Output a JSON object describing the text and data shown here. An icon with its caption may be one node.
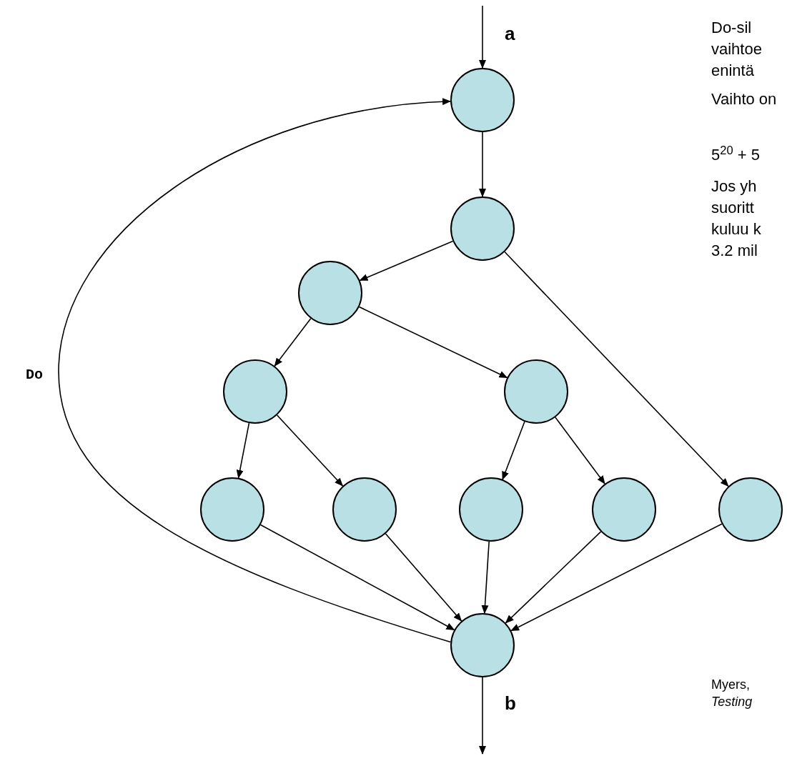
{
  "diagram": {
    "nodes": [
      {
        "text": [],
        "shape": "circle"
      },
      {
        "text": [],
        "shape": "circle"
      },
      {
        "text": [],
        "shape": "circle"
      },
      {
        "text": [],
        "shape": "circle"
      },
      {
        "text": [],
        "shape": "circle"
      },
      {
        "text": [],
        "shape": "circle"
      },
      {
        "text": [],
        "shape": "circle"
      },
      {
        "text": [],
        "shape": "circle"
      },
      {
        "text": [],
        "shape": "circle"
      },
      {
        "text": [],
        "shape": "circle"
      },
      {
        "text": [],
        "shape": "circle"
      }
    ],
    "edges": [
      {
        "from": null,
        "to": 0,
        "arrow": "to",
        "label": "a"
      },
      {
        "from": 0,
        "to": 1,
        "arrow": "to"
      },
      {
        "from": 1,
        "to": 2,
        "arrow": "to"
      },
      {
        "from": 1,
        "to": 9,
        "arrow": "to"
      },
      {
        "from": 2,
        "to": 3,
        "arrow": "to"
      },
      {
        "from": 2,
        "to": 4,
        "arrow": "to"
      },
      {
        "from": 3,
        "to": 5,
        "arrow": "to"
      },
      {
        "from": 3,
        "to": 6,
        "arrow": "to"
      },
      {
        "from": 4,
        "to": 7,
        "arrow": "to"
      },
      {
        "from": 4,
        "to": 8,
        "arrow": "to"
      },
      {
        "from": 5,
        "to": 10,
        "arrow": "to"
      },
      {
        "from": 6,
        "to": 10,
        "arrow": "to"
      },
      {
        "from": 7,
        "to": 10,
        "arrow": "to"
      },
      {
        "from": 8,
        "to": 10,
        "arrow": "to"
      },
      {
        "from": 9,
        "to": 10,
        "arrow": "to"
      },
      {
        "from": 10,
        "to": null,
        "arrow": "to",
        "label": "b"
      },
      {
        "from": 10,
        "to": 0,
        "arrow": "to",
        "label": "Do"
      }
    ],
    "labels": [
      "Do-sil vaihtoe enintä",
      "Vaihto on",
      "5$^{20}$ + 5",
      "Jos yh suoritt kuluu k 3.2 mil",
      "Myers, *Testing*"
    ]
  }
}
